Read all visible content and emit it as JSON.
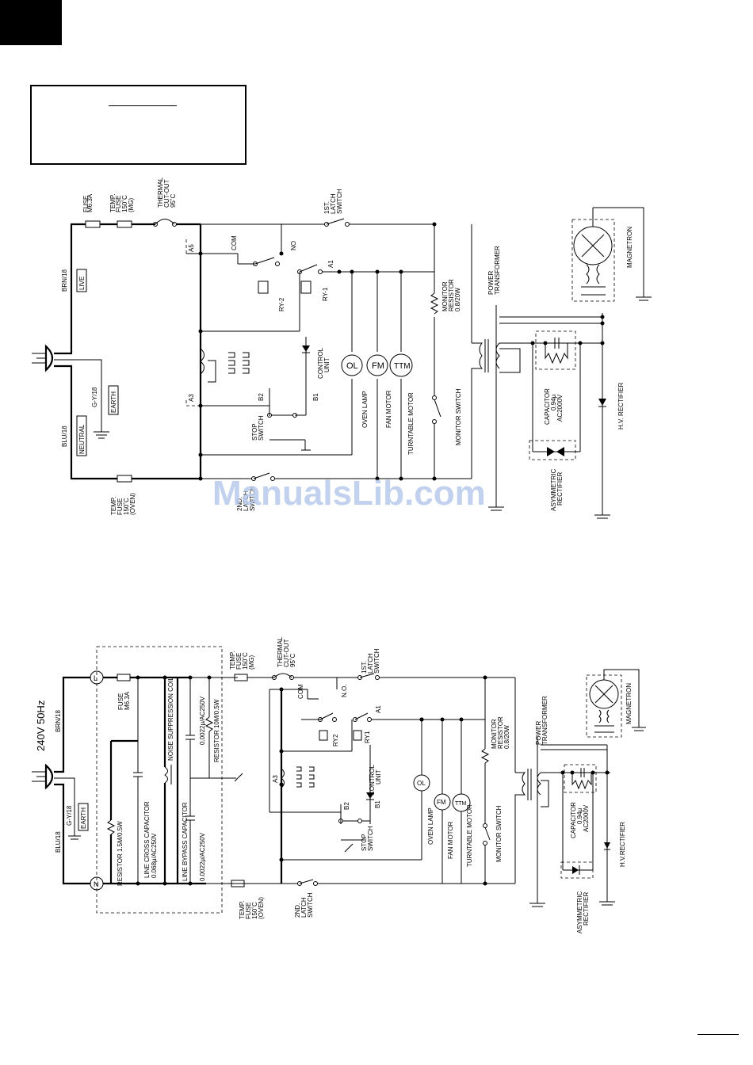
{
  "top_diagram": {
    "fuse": "FUSE\nM6.3A",
    "temp_fuse_mg": "TEMP.\nFUSE\n150˚C\n(MG)",
    "thermal_cutout": "THERMAL\nCUT-OUT\n95˚C",
    "latch1": "1ST.\nLATCH\nSWITCH",
    "brn": "BRN/18",
    "live": "LIVE",
    "gy": "G-Y/18",
    "earth": "EARTH",
    "blu": "BLU/18",
    "neutral": "NEUTRAL",
    "a5": "A5",
    "com": "COM",
    "no": "NO",
    "a1": "A1",
    "ry2": "RY-2",
    "ry1": "RY-1",
    "control_unit": "CONTROL\nUNIT",
    "a3": "A3",
    "b2": "B2",
    "b1": "B1",
    "stop_switch": "STOP\nSWITCH",
    "ol": "OL",
    "fm": "FM",
    "ttm": "TTM",
    "oven_lamp": "OVEN LAMP",
    "fan_motor": "FAN MOTOR",
    "turntable_motor": "TURNTABLE MOTOR",
    "monitor_resistor": "MONITOR\nRESISTOR\n0.8/20W",
    "monitor_switch": "MONITOR SWITCH",
    "power_transformer": "POWER\nTRANSFORMER",
    "magnetron": "MAGNETRON",
    "capacitor": "CAPACITOR\n0.94μ\nAC2000V",
    "hv_rectifier": "H.V. RECTIFIER",
    "asym_rectifier": "ASYMMETRIC\nRECTIFIER",
    "temp_fuse_oven": "TEMP.\nFUSE\n150˚C\n(OVEN)",
    "latch2": "2ND.\nLATCH\nSWITCH"
  },
  "bottom_diagram": {
    "supply": "240V 50Hz",
    "brn": "BRN/18",
    "gy": "G-Y/18",
    "earth": "EARTH",
    "blu": "BLU/18",
    "l": "L",
    "n": "N",
    "fuse": "FUSE\nM6.3A",
    "resistor_15": "RESISTOR 1.5M/0.5W",
    "line_cross_cap": "LINE CROSS CAPACITOR\n0.068μ/AC250V",
    "noise_coil": "NOISE SUPPRESSION COIL",
    "line_bypass_cap": "LINE BYPASS CAPACITOR\n0.0022μ/AC250V",
    "cap_top": "0.0022μ/AC250V",
    "resistor_10": "RESISTOR 10M/0.5W",
    "temp_fuse_mg": "TEMP.\nFUSE\n150˚C\n(MG)",
    "thermal_cutout": "THERMAL\nCUT-OUT\n95˚C",
    "latch1": "1ST.\nLATCH\nSWITCH",
    "com": "COM",
    "no": "N.O.",
    "a1": "A1",
    "ry2": "RY2",
    "ry1": "RY1",
    "a3": "A3",
    "control_unit": "CONTROL\nUNIT",
    "b2": "B2",
    "b1": "B1",
    "stop_switch": "STOP\nSWITCH",
    "ol": "OL",
    "fm": "FM",
    "ttm": "TTM",
    "oven_lamp": "OVEN LAMP",
    "fan_motor": "FAN MOTOR",
    "turntable_motor": "TURNTABLE MOTOR",
    "monitor_resistor": "MONITOR\nRESISTOR\n0.8/20W",
    "monitor_switch": "MONITOR SWITCH",
    "power_transformer": "POWER\nTRANSFORMER",
    "magnetron": "MAGNETRON",
    "capacitor": "CAPACITOR\n0.94μ\nAC2000V",
    "hv_rectifier": "H.V.RECTIFIER",
    "asym_rectifier": "ASYMMETRIC\nRECTIFIER",
    "temp_fuse_oven": "TEMP.\nFUSE\n150˚C\n(OVEN)",
    "latch2": "2ND.\nLATCH\nSWITCH"
  },
  "watermark": "ManualsLib.com"
}
